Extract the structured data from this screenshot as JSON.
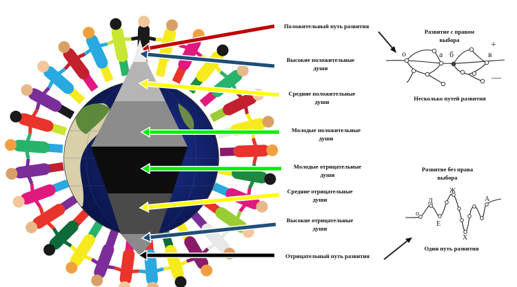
{
  "labels": [
    {
      "lines": [
        "Положительный путь развития"
      ],
      "arrow_color": "#c00000"
    },
    {
      "lines": [
        "Высокие положительные",
        "души"
      ],
      "arrow_color": "#1f4e79"
    },
    {
      "lines": [
        "Средние положительные",
        "души"
      ],
      "arrow_color": "#ffff00"
    },
    {
      "lines": [
        "Молодые положительные",
        "души"
      ],
      "arrow_color": "#00ee00"
    },
    {
      "lines": [
        "Молодые отрицательные",
        "души"
      ],
      "arrow_color": "#00ee00"
    },
    {
      "lines": [
        "Средние отрицательные",
        "души"
      ],
      "arrow_color": "#ffff00"
    },
    {
      "lines": [
        "Высокие отрицательные",
        "души"
      ],
      "arrow_color": "#1f4e79"
    },
    {
      "lines": [
        "Отрицательный путь развития"
      ],
      "arrow_color": "#000000"
    }
  ],
  "pyramid_bands": [
    {
      "name": "high-positive",
      "color": "#ececec"
    },
    {
      "name": "middle-positive",
      "color": "#b5b5b5"
    },
    {
      "name": "young-positive",
      "color": "#8c8c8c"
    },
    {
      "name": "young-negative",
      "color": "#0d0d0d"
    },
    {
      "name": "middle-negative",
      "color": "#4a4a4a"
    },
    {
      "name": "high-negative",
      "color": "#8a8a8a"
    }
  ],
  "choice_diagram": {
    "title": [
      "Развитие с правом",
      "выбора"
    ],
    "caption": "Несколько путей развития",
    "points": [
      "о",
      "а",
      "б",
      "в"
    ],
    "plus": "+",
    "minus": "—"
  },
  "single_diagram": {
    "title": [
      "Развитие без права",
      "выбора"
    ],
    "caption": "Один путь развития",
    "points": [
      "о",
      "Д",
      "Е",
      "Ж",
      "Х",
      "А"
    ]
  },
  "people_colors": [
    "#1a1a1a",
    "#f7ea1f",
    "#e0197d",
    "#f7ea1f",
    "#28b36b",
    "#c2202f",
    "#f7ea1f",
    "#e8342a",
    "#1f8a3f",
    "#e0197d",
    "#9acd32",
    "#e8e8e8",
    "#8b1a6b",
    "#f7ea1f",
    "#29a9e0",
    "#e8342a",
    "#7b2d9a",
    "#f7ea1f",
    "#0d6b3a",
    "#e8342a",
    "#e0197d",
    "#7b2d9a",
    "#28b36b",
    "#e8342a",
    "#7b2d9a",
    "#29a9e0",
    "#c2202f",
    "#29a9e0",
    "#c8e632"
  ],
  "globe_colors": {
    "ocean": "#0c1a5c",
    "land": "#5d8a3a",
    "desert": "#d9cfa8"
  }
}
